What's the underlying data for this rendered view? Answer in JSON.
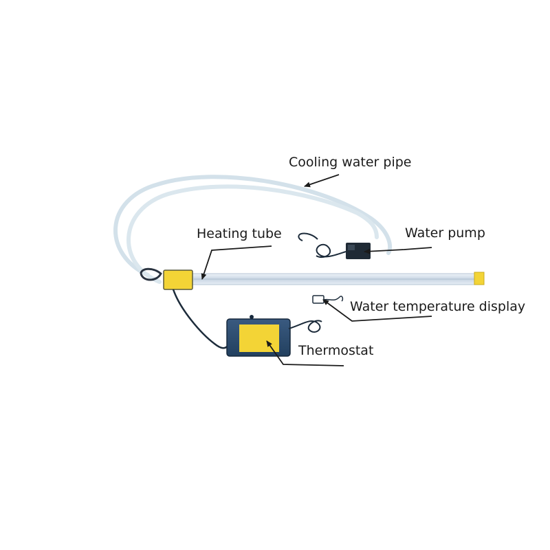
{
  "labels": {
    "cooling_water_pipe": "Cooling water pipe",
    "heating_tube": "Heating tube",
    "water_pump": "Water pump",
    "water_temperature_display": "Water temperature display",
    "thermostat": "Thermostat"
  },
  "colors": {
    "background": "#ffffff",
    "pipe": "#d9e6ee",
    "tube_glass": "#cfdbe8",
    "connector_yellow": "#f3d436",
    "thermostat_case": "#2b4a6d",
    "cable": "#1c2b3a",
    "pump_body": "#1f2a35",
    "label_text": "#1a1a1a"
  }
}
